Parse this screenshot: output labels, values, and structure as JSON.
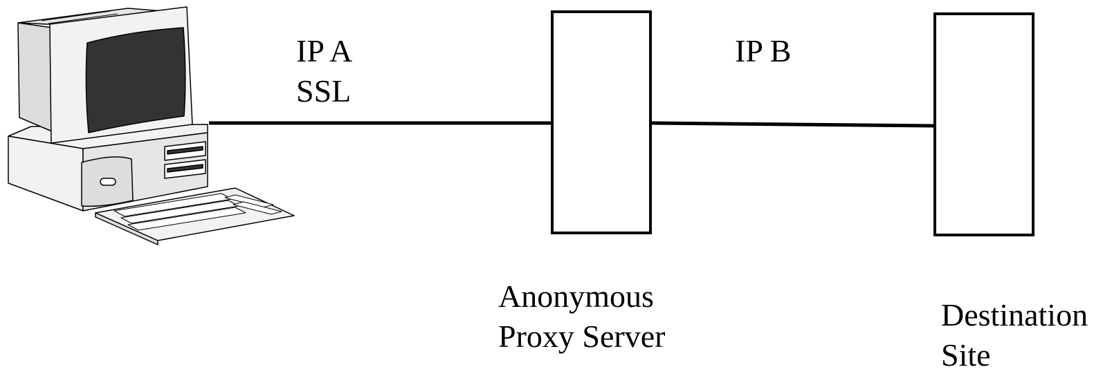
{
  "links": [
    {
      "id": "client-to-proxy",
      "lines": [
        "IP A",
        "SSL"
      ]
    },
    {
      "id": "proxy-to-destination",
      "lines": [
        "IP B"
      ]
    }
  ],
  "nodes": {
    "client": {
      "icon": "desktop-computer-icon"
    },
    "proxy": {
      "lines": [
        "Anonymous",
        "Proxy Server"
      ]
    },
    "destination": {
      "lines": [
        "Destination",
        "Site"
      ]
    }
  },
  "colors": {
    "stroke": "#000000",
    "fill": "#ffffff",
    "screen": "#333333",
    "computer_light": "#f2f2f2",
    "computer_mid": "#dddddd",
    "computer_dark": "#c8c8c8"
  }
}
